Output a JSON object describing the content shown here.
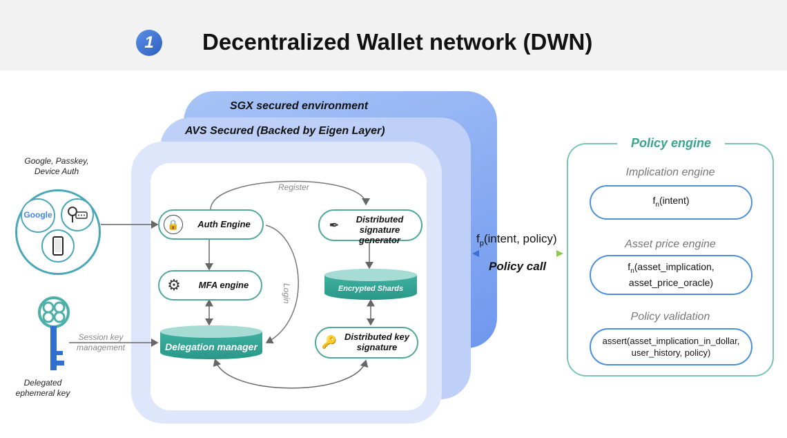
{
  "header": {
    "step_number": "1",
    "title": "Decentralized Wallet network (DWN)"
  },
  "layers": {
    "sgx_label": "SGX secured environment",
    "avs_label": "AVS Secured (Backed by Eigen Layer)"
  },
  "auth_sources": {
    "label": "Google, Passkey,\nDevice Auth",
    "google_text": "Google"
  },
  "key": {
    "session_label": "Session key\nmanagement",
    "delegated_label": "Delegated\nephemeral key"
  },
  "core": {
    "auth_engine": "Auth Engine",
    "mfa_engine": "MFA engine",
    "delegation_manager": "Delegation manager",
    "distributed_signature_generator": "Distributed\nsignature generator",
    "encrypted_shards": "Encrypted Shards",
    "distributed_key_signature": "Distributed key\nsignature",
    "register_label": "Register",
    "login_label": "Login"
  },
  "policy_call": {
    "function_prefix": "f",
    "function_subscript": "p",
    "function_args": "(intent, policy)",
    "label": "Policy call"
  },
  "policy_engine": {
    "title": "Policy engine",
    "sections": [
      {
        "title": "Implication engine",
        "fn_prefix": "f",
        "fn_sub": "n",
        "fn_body": "(intent)"
      },
      {
        "title": "Asset price engine",
        "fn_prefix": "f",
        "fn_sub": "n",
        "fn_body": "(asset_implication,\nasset_price_oracle)"
      },
      {
        "title": "Policy validation",
        "fn_body": "assert(asset_implication_in_dollar,\nuser_history, policy)"
      }
    ]
  },
  "colors": {
    "teal": "#2a9888",
    "blue_accent": "#4b8fd8",
    "sgx_blue": "#7a9ff0"
  },
  "icons": [
    "google-icon",
    "passkey-icon",
    "phone-icon",
    "key-icon",
    "lock-user-icon",
    "gear-icon",
    "pen-icon",
    "key-small-icon"
  ]
}
